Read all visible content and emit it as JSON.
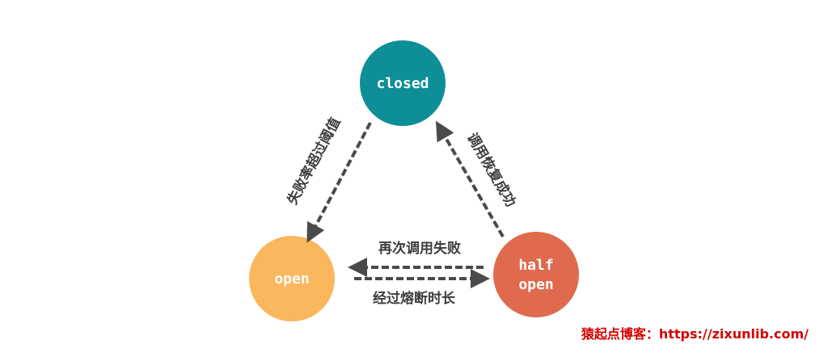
{
  "nodes": {
    "closed": {
      "label": "closed",
      "color": "#0e8e96"
    },
    "open": {
      "label": "open",
      "color": "#fbb75e"
    },
    "half_open": {
      "line1": "half",
      "line2": "open",
      "color": "#df6a4e"
    }
  },
  "edges": {
    "closed_to_open": "失败率超过阈值",
    "half_open_to_closed": "调用恢复成功",
    "half_open_to_open": "再次调用失败",
    "open_to_half_open": "经过熔断时长"
  },
  "watermark": "猿起点博客：https://zixunlib.com/"
}
